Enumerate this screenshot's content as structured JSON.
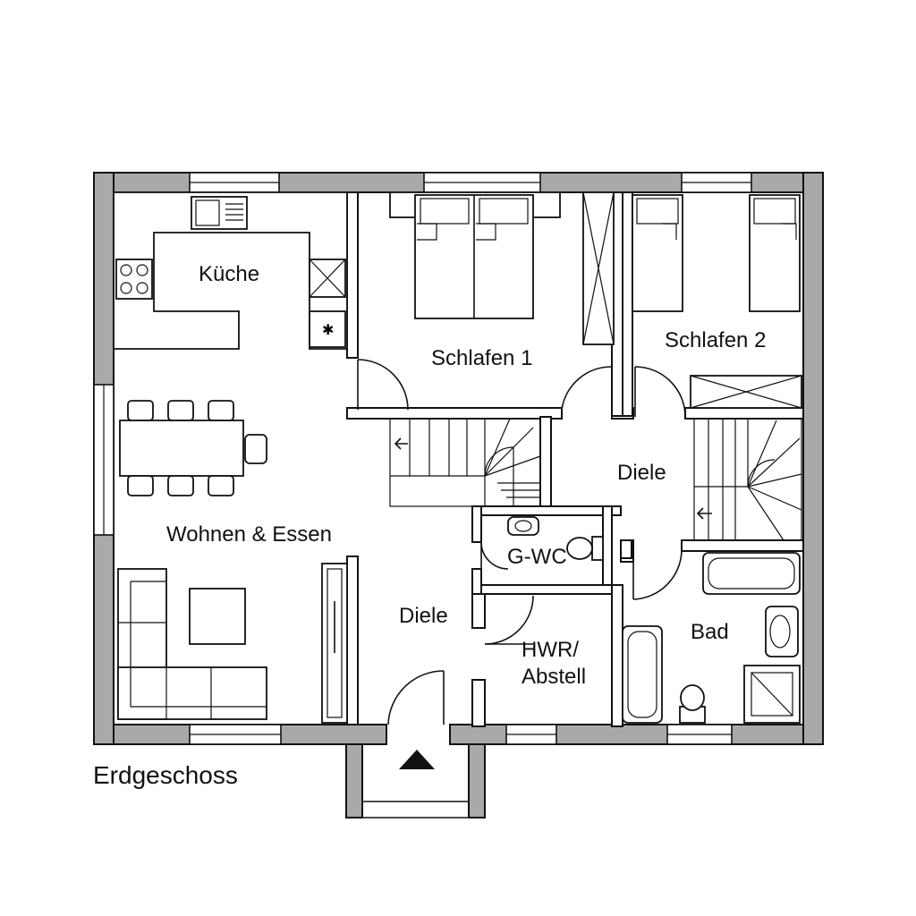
{
  "rooms": {
    "kitchen": "Küche",
    "bedroom1": "Schlafen 1",
    "bedroom2": "Schlafen 2",
    "living": "Wohnen & Essen",
    "hall_upper": "Diele",
    "hall_lower": "Diele",
    "guest_wc": "G-WC",
    "utility_line1": "HWR/",
    "utility_line2": "Abstell",
    "bath": "Bad"
  },
  "floor_label": "Erdgeschoss",
  "colors": {
    "wall": "#a9a9a9",
    "line": "#111111",
    "background": "#ffffff"
  }
}
